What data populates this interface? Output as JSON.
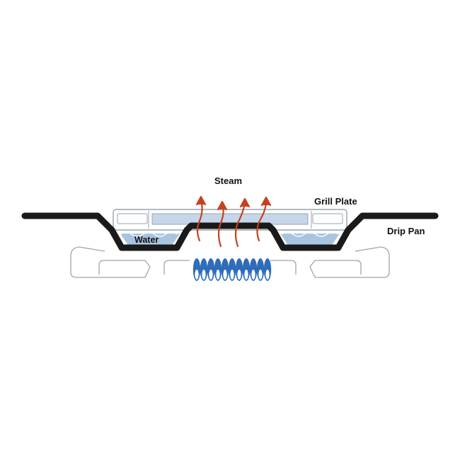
{
  "labels": {
    "steam": "Steam",
    "grill_plate": "Grill Plate",
    "drip_pan": "Drip Pan",
    "water": "Water"
  },
  "colors": {
    "pan_outline": "#1a1a1a",
    "water_fill": "#a9c4e0",
    "water_light": "#c9dbee",
    "grill_fill": "#c6d6ea",
    "burner_outline": "#a3a3a3",
    "flame_blue": "#2f6db8",
    "flame_light": "#ffffff",
    "steam_arrow": "#c4421f",
    "text": "#111111"
  },
  "icons": {
    "steam": "steam-arrow-icon",
    "flame": "flame-icon"
  }
}
